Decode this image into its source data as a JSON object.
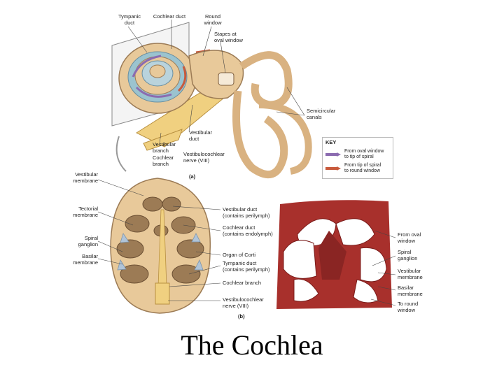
{
  "title": "The Cochlea",
  "panel_a": {
    "label": "(a)",
    "labels": {
      "tympanic_duct": "Tympanic\nduct",
      "cochlear_duct": "Cochlear duct",
      "round_window": "Round\nwindow",
      "stapes": "Stapes at\noval window",
      "semicircular": "Semicircular\ncanals",
      "vestibular_duct": "Vestibular\nduct",
      "vestibular_branch": "Vestibular\nbranch",
      "cochlear_branch": "Cochlear\nbranch",
      "vestibulocochlear": "Vestibulocochlear\nnerve (VIII)"
    },
    "key": {
      "title": "KEY",
      "items": [
        {
          "text": "From oval window\nto tip of spiral",
          "color": "#8b6bb0"
        },
        {
          "text": "From tip of spiral\nto round window",
          "color": "#c85a3c"
        }
      ]
    }
  },
  "panel_b": {
    "label": "(b)",
    "left_labels": {
      "vestibular_membrane": "Vestibular\nmembrane",
      "tectorial_membrane": "Tectorial\nmembrane",
      "spiral_ganglion": "Spiral\nganglion",
      "basilar_membrane": "Basilar\nmembrane"
    },
    "center_labels": {
      "vestibular_duct": "Vestibular duct\n(contains perilymph)",
      "cochlear_duct": "Cochlear duct\n(contains endolymph)",
      "organ_corti": "Organ of Corti",
      "tympanic_duct": "Tympanic duct\n(contains perilymph)",
      "cochlear_branch": "Cochlear branch",
      "vestibulocochlear": "Vestibulocochlear\nnerve (VIII)"
    },
    "right_labels": {
      "from_oval": "From oval\nwindow",
      "spiral_ganglion": "Spiral\nganglion",
      "vestibular_membrane": "Vestibular\nmembrane",
      "basilar_membrane": "Basilar\nmembrane",
      "to_round": "To round\nwindow"
    }
  },
  "colors": {
    "bone": "#e8c99a",
    "bone_dark": "#c9a070",
    "histology": "#a8302c",
    "membrane": "#9c7b55",
    "nerve": "#f0d080"
  }
}
